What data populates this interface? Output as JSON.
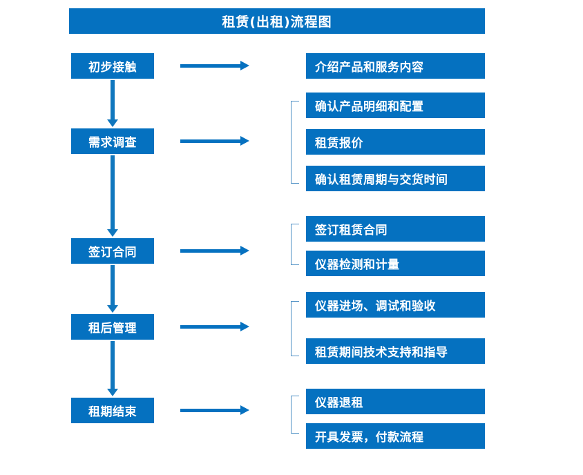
{
  "chart_data": {
    "type": "diagram",
    "title": "租赁(出租)流程图",
    "stages": [
      {
        "label": "初步接触",
        "details": [
          "介绍产品和服务内容"
        ]
      },
      {
        "label": "需求调查",
        "details": [
          "确认产品明细和配置",
          "租赁报价",
          "确认租赁周期与交货时间"
        ]
      },
      {
        "label": "签订合同",
        "details": [
          "签订租赁合同",
          "仪器检测和计量"
        ]
      },
      {
        "label": "租后管理",
        "details": [
          "仪器进场、调试和验收",
          "租赁期间技术支持和指导"
        ]
      },
      {
        "label": "租期结束",
        "details": [
          "仪器退租",
          "开具发票，付款流程"
        ]
      }
    ],
    "flow_direction": "top-to-bottom",
    "connector_types": [
      "vertical-arrow",
      "horizontal-arrow",
      "group-bracket"
    ],
    "colors": {
      "box": "#0571C0",
      "text": "#FFFFFF",
      "arrow": "#0571C0",
      "bracket": "#4C8FC4",
      "background": "#FFFFFF"
    }
  },
  "diagram": {
    "title": "租赁(出租)流程图",
    "stages": [
      {
        "label": "初步接触"
      },
      {
        "label": "需求调查"
      },
      {
        "label": "签订合同"
      },
      {
        "label": "租后管理"
      },
      {
        "label": "租期结束"
      }
    ],
    "details": [
      {
        "label": "介绍产品和服务内容"
      },
      {
        "label": "确认产品明细和配置"
      },
      {
        "label": "租赁报价"
      },
      {
        "label": "确认租赁周期与交货时间"
      },
      {
        "label": "签订租赁合同"
      },
      {
        "label": "仪器检测和计量"
      },
      {
        "label": "仪器进场、调试和验收"
      },
      {
        "label": "租赁期间技术支持和指导"
      },
      {
        "label": "仪器退租"
      },
      {
        "label": "开具发票，付款流程"
      }
    ]
  }
}
